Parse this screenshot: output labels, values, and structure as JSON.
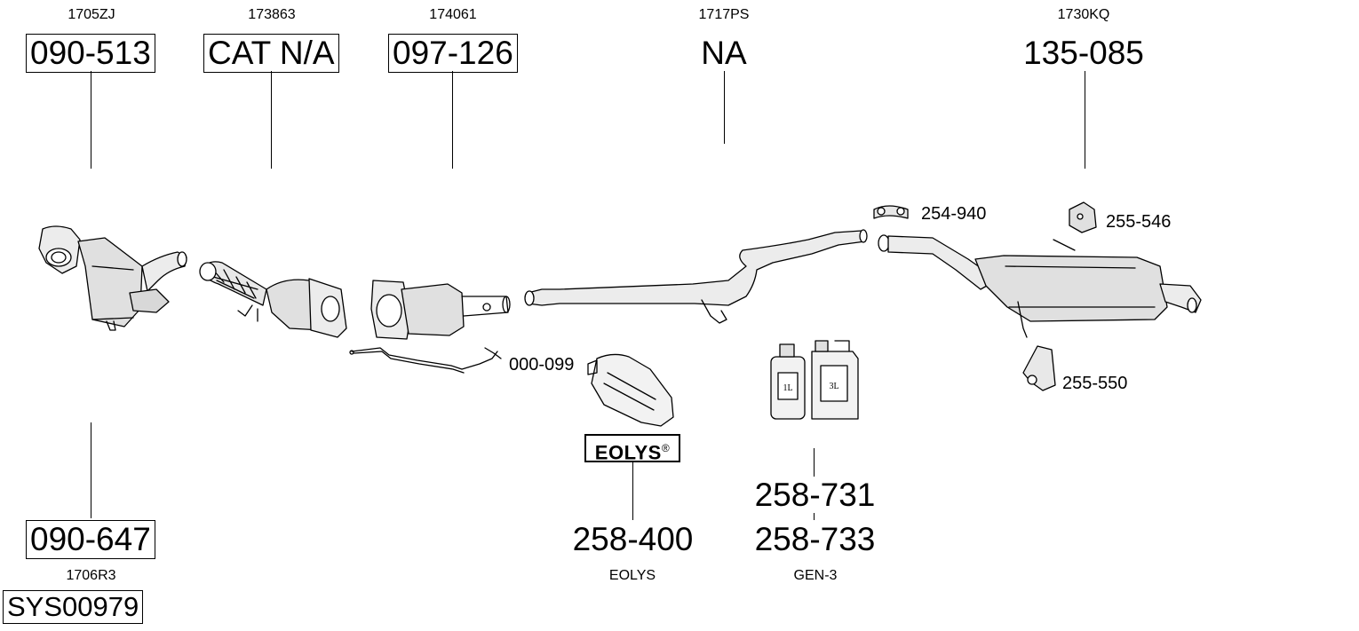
{
  "top_refs": [
    {
      "id": "ref-1705zj",
      "text": "1705ZJ"
    },
    {
      "id": "ref-173863",
      "text": "173863"
    },
    {
      "id": "ref-174061",
      "text": "174061"
    },
    {
      "id": "ref-1717ps",
      "text": "1717PS"
    },
    {
      "id": "ref-1730kq",
      "text": "1730KQ"
    }
  ],
  "top_codes": [
    {
      "id": "code-090-513",
      "text": "090-513"
    },
    {
      "id": "code-cat-na",
      "text": "CAT N/A"
    },
    {
      "id": "code-097-126",
      "text": "097-126"
    },
    {
      "id": "code-na",
      "text": "NA"
    },
    {
      "id": "code-135-085",
      "text": "135-085"
    }
  ],
  "small_parts": [
    {
      "id": "part-254-940",
      "text": "254-940"
    },
    {
      "id": "part-255-546",
      "text": "255-546"
    },
    {
      "id": "part-255-550",
      "text": "255-550"
    },
    {
      "id": "part-000-099",
      "text": "000-099"
    }
  ],
  "bottom_left": {
    "code": "090-647",
    "ref": "1706R3",
    "system": "SYS00979"
  },
  "eolys": {
    "logo_text": "EOLYS",
    "logo_mark": "®",
    "code": "258-400",
    "label": "EOLYS"
  },
  "fluid": {
    "code_1": "258-731",
    "code_2": "258-733",
    "label": "GEN-3",
    "bottle_small": "1L",
    "bottle_large": "3L"
  }
}
